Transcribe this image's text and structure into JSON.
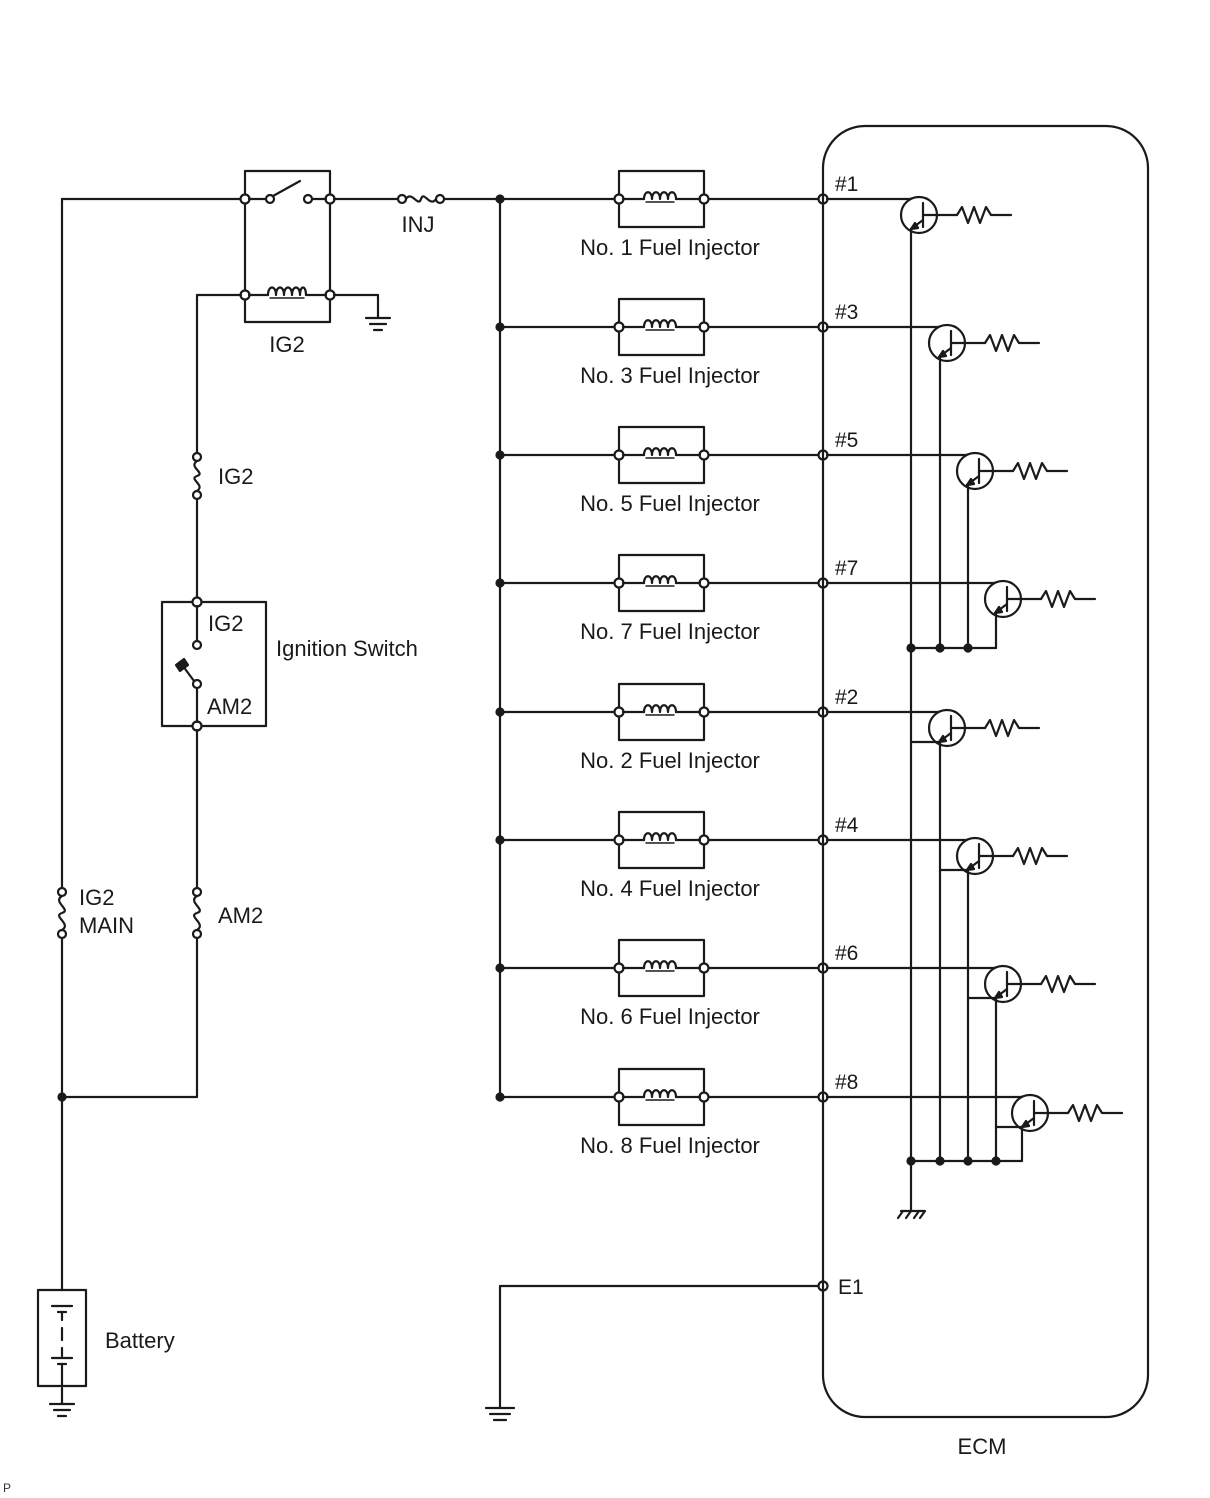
{
  "labels": {
    "relay": "IG2",
    "fuse_inj": "INJ",
    "fuse_ig2": "IG2",
    "fuse_ig2_main_line1": "IG2",
    "fuse_ig2_main_line2": "MAIN",
    "fuse_am2": "AM2",
    "switch_ig2": "IG2",
    "switch_am2": "AM2",
    "ignition_switch": "Ignition Switch",
    "battery": "Battery",
    "ecm": "ECM",
    "ecm_ground_pin": "E1",
    "corner_mark": "P"
  },
  "injectors": [
    {
      "name": "No. 1 Fuel Injector",
      "pin": "#1"
    },
    {
      "name": "No. 3 Fuel Injector",
      "pin": "#3"
    },
    {
      "name": "No. 5 Fuel Injector",
      "pin": "#5"
    },
    {
      "name": "No. 7 Fuel Injector",
      "pin": "#7"
    },
    {
      "name": "No. 2 Fuel Injector",
      "pin": "#2"
    },
    {
      "name": "No. 4 Fuel Injector",
      "pin": "#4"
    },
    {
      "name": "No. 6 Fuel Injector",
      "pin": "#6"
    },
    {
      "name": "No. 8 Fuel Injector",
      "pin": "#8"
    }
  ]
}
